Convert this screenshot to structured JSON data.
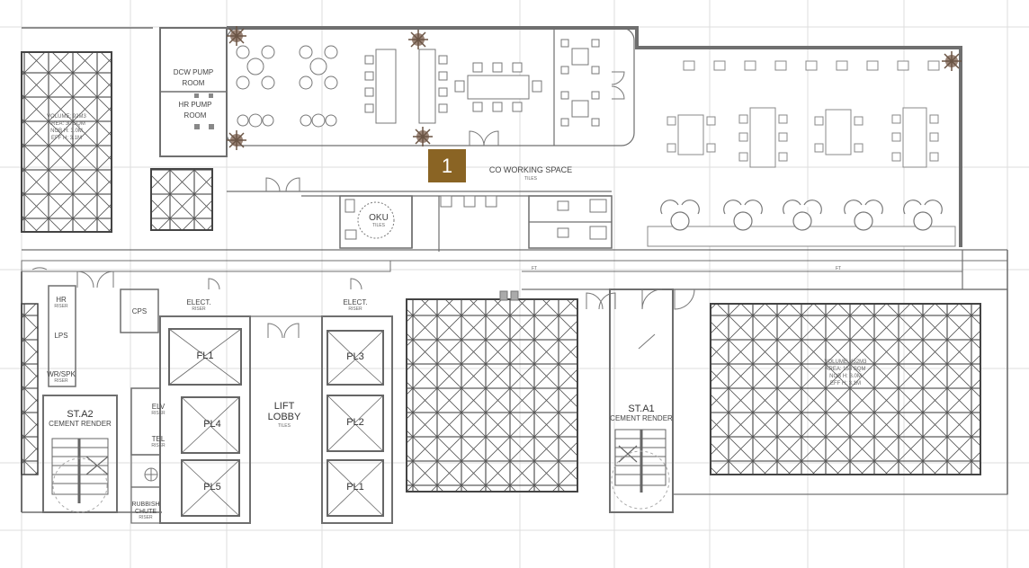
{
  "labels": {
    "dcw_pump_1": "DCW PUMP",
    "dcw_pump_2": "ROOM",
    "hr_pump_1": "HR PUMP",
    "hr_pump_2": "ROOM",
    "coworking": "CO WORKING SPACE",
    "coworking_sub": "TILES",
    "oku": "OKU",
    "oku_sub": "TILES",
    "cps": "CPS",
    "elect_1": "ELECT.",
    "elect_2": "ELECT.",
    "riser": "RISER",
    "hr": "HR",
    "lps": "LPS",
    "wrspk": "WR/SPK",
    "elv": "ELV",
    "tel": "TEL",
    "rubbish_1": "RUBBISH",
    "rubbish_2": "CHUTE",
    "fl1": "FL1",
    "pl4": "PL4",
    "pl5": "PL5",
    "pl3": "PL3",
    "pl2": "PL2",
    "pl1": "PL1",
    "lift_1": "LIFT",
    "lift_2": "LOBBY",
    "lift_sub": "TILES",
    "st_a2": "ST.A2",
    "st_a1": "ST.A1",
    "cement_render": "CEMENT RENDER",
    "void_left_1": "VOLUME: 92M3",
    "void_left_2": "AREA: 30 SQM",
    "void_left_3": "NOB H: 3.0M",
    "void_left_4": "EFF H: 3.1M",
    "void_right_1": "VOLUME: 452M3",
    "void_right_2": "AREA: 153 SQM",
    "void_right_3": "NOB H: 3.0M",
    "void_right_4": "EFF H: 3.1M",
    "ft_1": "FT",
    "ft_2": "FT"
  },
  "marker": {
    "number": "1",
    "color": "#8a6424"
  },
  "colors": {
    "wall": "#6f6f6f",
    "thin_line": "#999999",
    "grid": "#dddddd",
    "furniture": "#888888",
    "plant": "#7a6454"
  }
}
